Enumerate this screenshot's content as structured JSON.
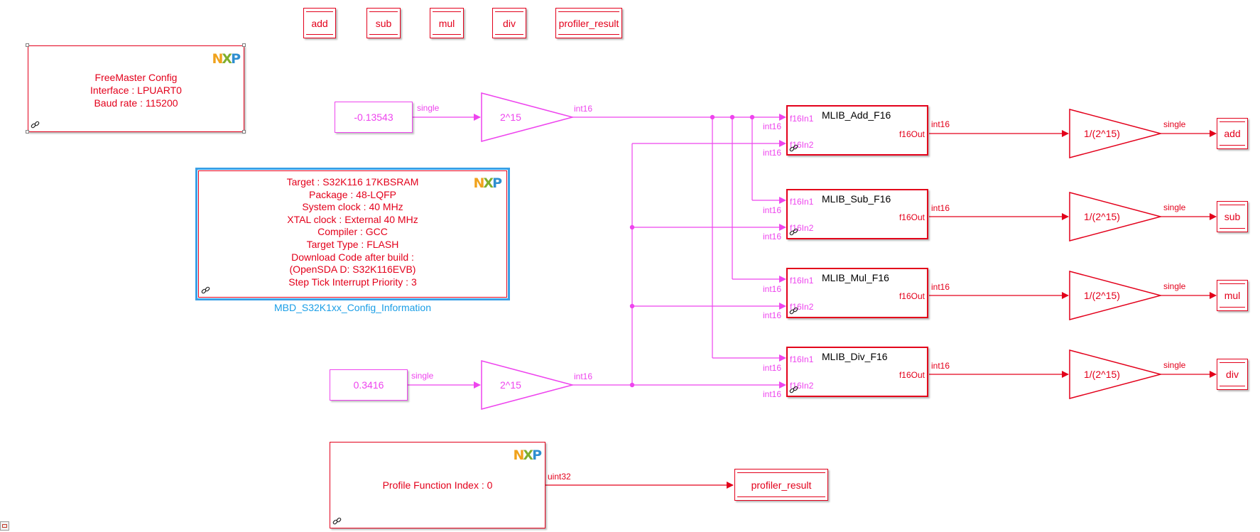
{
  "workspace_top": [
    "add",
    "sub",
    "mul",
    "div",
    "profiler_result"
  ],
  "freemaster": {
    "lines": [
      "FreeMaster Config",
      "Interface : LPUART0",
      "Baud rate : 115200"
    ],
    "logo": "NXP"
  },
  "config_block": {
    "lines": [
      "Target : S32K116 17KBSRAM",
      "Package : 48-LQFP",
      "System clock : 40 MHz",
      "XTAL clock : External 40 MHz",
      "Compiler : GCC",
      "Target Type : FLASH",
      "Download Code after build :",
      "(OpenSDA D: S32K116EVB)",
      "Step Tick Interrupt Priority : 3"
    ],
    "caption": "MBD_S32K1xx_Config_Information",
    "logo": "NXP"
  },
  "constants": {
    "c1": "-0.13543",
    "c2": "0.3416"
  },
  "gains": {
    "in1": "2^15",
    "in2": "2^15",
    "out": "1/(2^15)"
  },
  "signal_types": {
    "single": "single",
    "int16": "int16",
    "uint32": "uint32"
  },
  "ports": {
    "in1": "f16In1",
    "in2": "f16In2",
    "out": "f16Out"
  },
  "mlib_blocks": [
    {
      "title": "MLIB_Add_F16",
      "output": "add"
    },
    {
      "title": "MLIB_Sub_F16",
      "output": "sub"
    },
    {
      "title": "MLIB_Mul_F16",
      "output": "mul"
    },
    {
      "title": "MLIB_Div_F16",
      "output": "div"
    }
  ],
  "profiler": {
    "label": "Profile Function Index : 0",
    "output": "profiler_result",
    "logo": "NXP"
  },
  "colors": {
    "block": "#e3001b",
    "signal": "#ee44ee",
    "selection": "#3aa0e6",
    "caption": "#1a9ee6"
  }
}
